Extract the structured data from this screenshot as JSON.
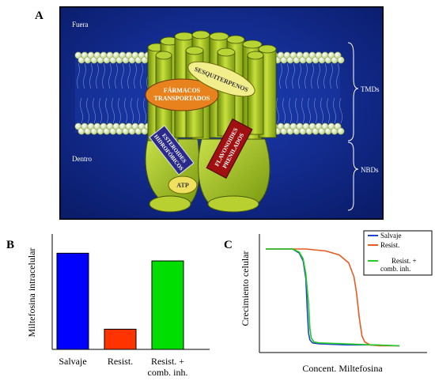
{
  "panel_a": {
    "letter": "A",
    "outside_label": "Fuera",
    "inside_label": "Dentro",
    "tmd_label": "TMDs",
    "nbd_label": "NBDs",
    "site_sesquiterpenes": "SESQUITERPENOS",
    "site_drugs_line1": "FÁRMACOS",
    "site_drugs_line2": "TRANSPORTADOS",
    "site_steroids_line1": "ESTEROIDES",
    "site_steroids_line2": "HIDROFÓBICOS",
    "site_flavonoids_line1": "FLAVONOIDES",
    "site_flavonoids_line2": "PRENILADOS",
    "atp_label": "ATP",
    "colors": {
      "background": "#102a8c",
      "membrane_head": "#e8f0c8",
      "helix": "#9fbf1a",
      "drugs": "#e8821c",
      "sesquiterpenes": "#f2ee8c",
      "steroids": "#2a2a8a",
      "flavonoids": "#a01010"
    }
  },
  "panel_b": {
    "letter": "B",
    "ylabel": "Miltefosina intracelular",
    "chart_data": {
      "type": "bar",
      "categories": [
        "Salvaje",
        "Resist.",
        "Resist. + comb. inh."
      ],
      "category_lines": [
        [
          "Salvaje"
        ],
        [
          "Resist."
        ],
        [
          "Resist. +",
          "comb. inh."
        ]
      ],
      "values": [
        100,
        21,
        92
      ],
      "colors": [
        "#0000ff",
        "#ff3300",
        "#00dd00"
      ],
      "ylabel": "Miltefosina intracelular",
      "ylim": [
        0,
        120
      ]
    }
  },
  "panel_c": {
    "letter": "C",
    "ylabel": "Crecimiento celular",
    "xlabel": "Concent. Miltefosina",
    "chart_data": {
      "type": "line",
      "xlabel": "Concent. Miltefosina",
      "ylabel": "Crecimiento celular",
      "xlim": [
        0,
        100
      ],
      "ylim": [
        0,
        100
      ],
      "legend_position": "top-right",
      "series": [
        {
          "name": "Salvaje",
          "color": "#2244cc",
          "x": [
            0,
            20,
            25,
            28,
            30,
            31,
            32,
            33,
            35,
            40,
            60,
            80,
            100
          ],
          "y": [
            100,
            100,
            96,
            88,
            70,
            40,
            15,
            8,
            5,
            4,
            3,
            3,
            2
          ]
        },
        {
          "name": "Resist.",
          "color": "#e85a20",
          "x": [
            0,
            30,
            45,
            55,
            62,
            66,
            68,
            70,
            72,
            74,
            78,
            85,
            100
          ],
          "y": [
            100,
            100,
            98,
            94,
            86,
            72,
            55,
            30,
            12,
            6,
            3,
            2,
            2
          ]
        },
        {
          "name": "Resist. + comb. inh.",
          "legend_lines": [
            "Resist. +",
            "comb. inh."
          ],
          "color": "#22cc22",
          "x": [
            0,
            20,
            25,
            28,
            30,
            32,
            33,
            34,
            36,
            40,
            60,
            80,
            100
          ],
          "y": [
            100,
            100,
            97,
            90,
            75,
            45,
            20,
            10,
            6,
            5,
            4,
            3,
            2
          ]
        }
      ]
    }
  }
}
